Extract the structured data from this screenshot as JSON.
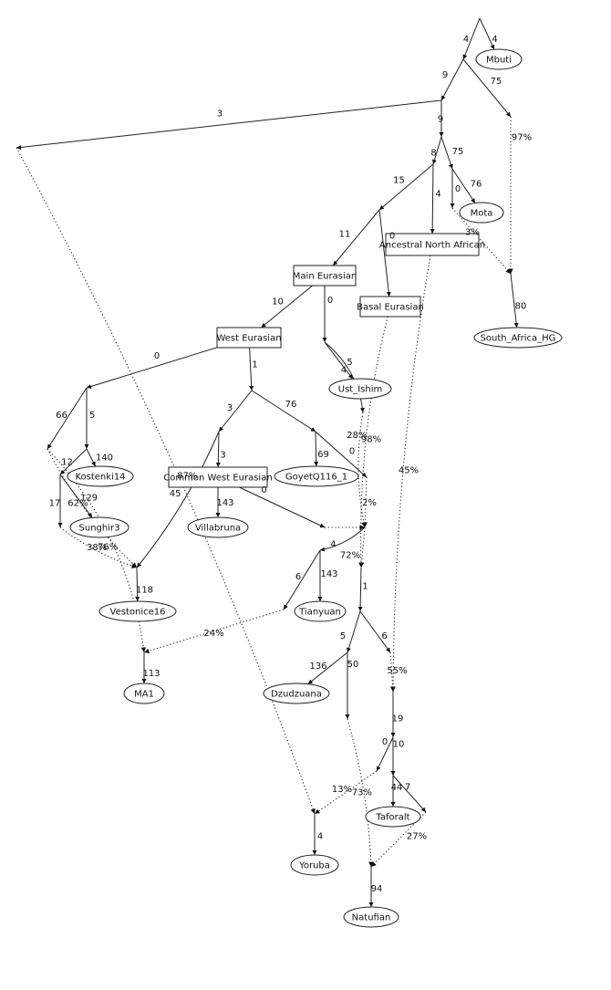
{
  "nodes": {
    "mbuti": "Mbuti",
    "mota": "Mota",
    "south_africa_hg": "South_Africa_HG",
    "ancestral_north_african": "Ancestral North African",
    "main_eurasian": "Main Eurasian",
    "basal_eurasian": "Basal Eurasian",
    "west_eurasian": "West Eurasian",
    "ust_ishim": "Ust_Ishim",
    "kostenki14": "Kostenki14",
    "common_west_eurasian": "Common West Eurasian",
    "goyetq116_1": "GoyetQ116_1",
    "sunghir3": "Sunghir3",
    "villabruna": "Villabruna",
    "vestonice16": "Vestonice16",
    "tianyuan": "Tianyuan",
    "ma1": "MA1",
    "dzudzuana": "Dzudzuana",
    "taforalt": "Taforalt",
    "yoruba": "Yoruba",
    "natufian": "Natufian"
  },
  "edge_labels": {
    "root_left": "4",
    "root_mbuti": "4",
    "n1_n2": "9",
    "n1_n3": "75",
    "n2_n4": "3",
    "n2_n5": "9",
    "n5_n6": "8",
    "n5_n7": "75",
    "n7_n10": "0",
    "n7_mota": "76",
    "n6_n8": "15",
    "n6_ana": "4",
    "n8_me": "11",
    "n8_be": "0",
    "me_we": "10",
    "me_n11": "0",
    "n11_n12": "4",
    "n11_ust": "5",
    "we_n13": "0",
    "we_n14": "1",
    "n13_n15": "66",
    "n13_n16": "5",
    "n16_n17": "12",
    "n16_kost": "140",
    "n17_n18": "17",
    "n17_sung": "129",
    "n14_n19": "3",
    "n14_n20": "76",
    "n19_n21": "45",
    "n19_cwe": "3",
    "n20_goyet": "69",
    "n20_n22": "0",
    "cwe_villa": "143",
    "cwe_n23": "0",
    "n21_vest": "118",
    "n24_n25": "4",
    "n25_n27": "6",
    "n25_tian": "143",
    "n26_n29": "1",
    "n29_n30": "5",
    "n29_n31": "6",
    "n30_dzu": "136",
    "n30_n32": "50",
    "n28_ma1": "113",
    "n33_n34": "19",
    "n34_n35": "0",
    "n34_n36": "10",
    "n36_taf": "44",
    "n36_n37": "7",
    "n38_yor": "4",
    "n39_nat": "94",
    "n3_n9": "97%",
    "n10_n9": "3%",
    "n9_sa": "80",
    "n12_n24": "98%",
    "n22_n24": "2%",
    "n24_n26": "72%",
    "be_n26": "28%",
    "n18_n21": "38%",
    "n15_n21": "62%",
    "n15_n28": "76%",
    "n27_n28": "24%",
    "n4_n38": "87%",
    "n31_n33": "55%",
    "ana_n33": "45%",
    "n35_n38": "13%",
    "n32_n39": "73%",
    "n37_n39": "27%"
  }
}
